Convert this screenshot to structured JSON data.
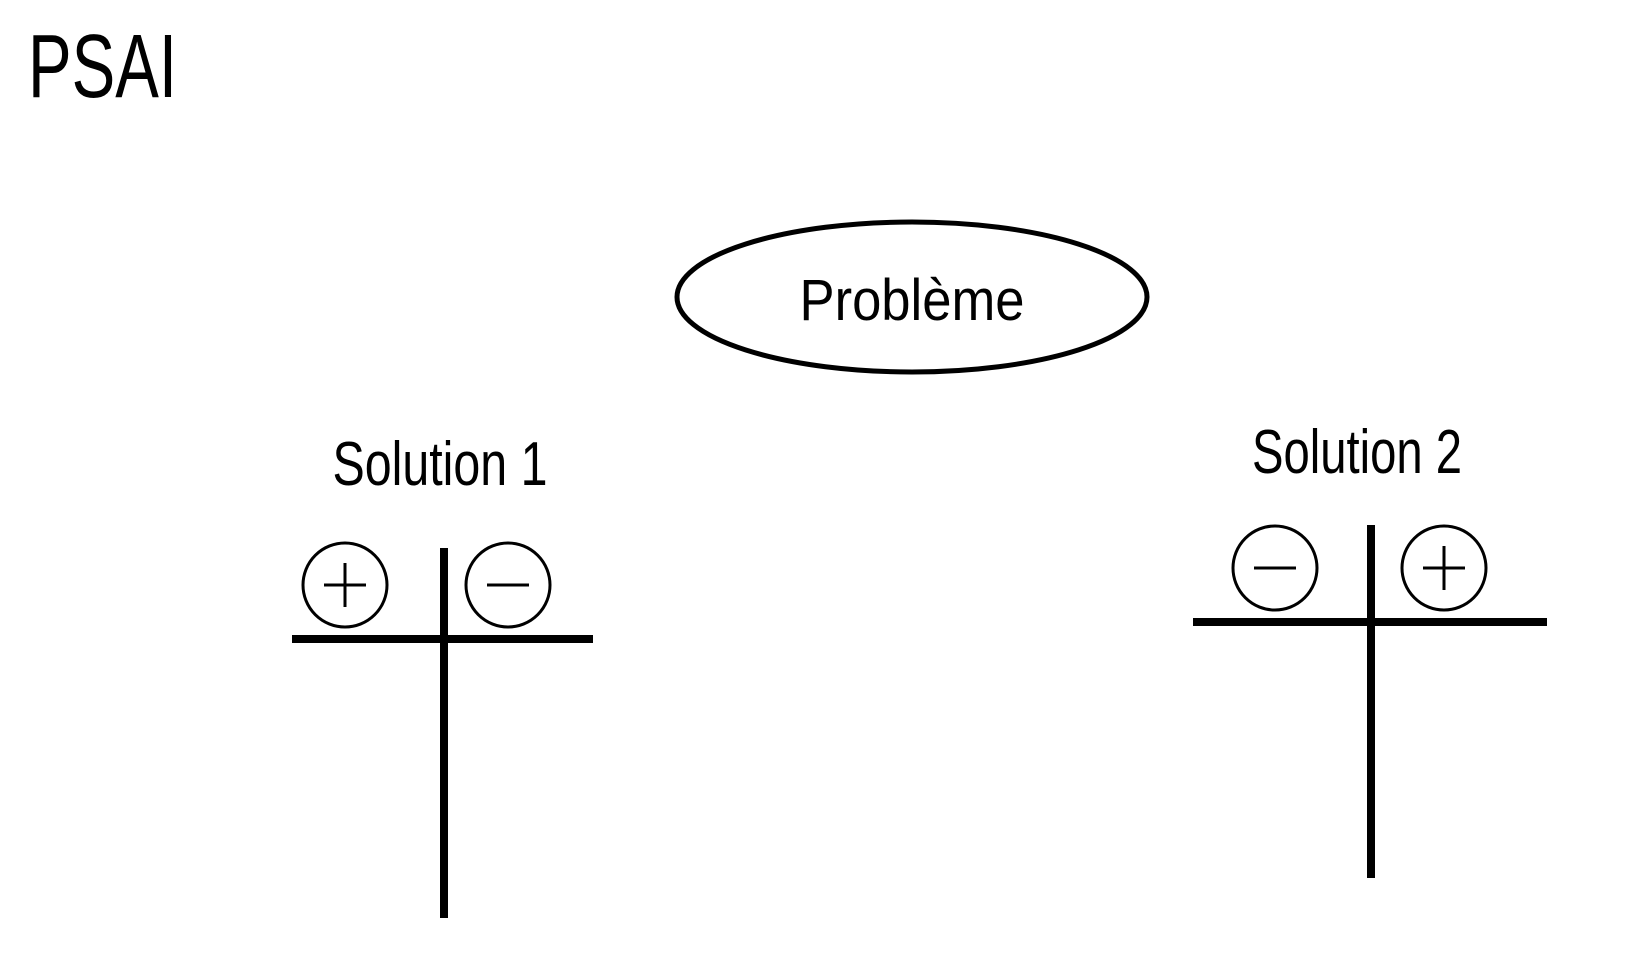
{
  "slide": {
    "background_color": "#ffffff",
    "ink_color": "#000000",
    "title": "PSAI",
    "problem_node": {
      "shape": "ellipse",
      "label": "Problème"
    },
    "solutions": [
      {
        "label": "Solution 1",
        "chart_type": "pros-cons-t-chart",
        "left_sign": "plus",
        "right_sign": "minus"
      },
      {
        "label": "Solution 2",
        "chart_type": "pros-cons-t-chart",
        "left_sign": "minus",
        "right_sign": "plus"
      }
    ]
  }
}
